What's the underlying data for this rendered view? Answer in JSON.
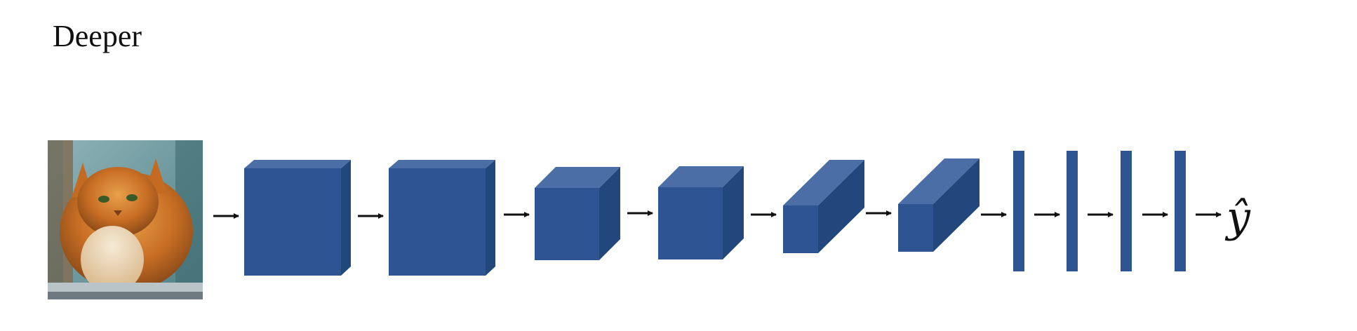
{
  "title": "Deeper",
  "output_label": "ŷ",
  "colors": {
    "block_front": "#2e5592",
    "block_top": "#4a6ea5",
    "block_side": "#22477d",
    "arrow": "#111111"
  },
  "diagram": {
    "input": "cat-photo",
    "stages": [
      "volume",
      "volume",
      "volume",
      "volume",
      "volume",
      "volume",
      "dense",
      "dense",
      "dense",
      "dense"
    ]
  }
}
